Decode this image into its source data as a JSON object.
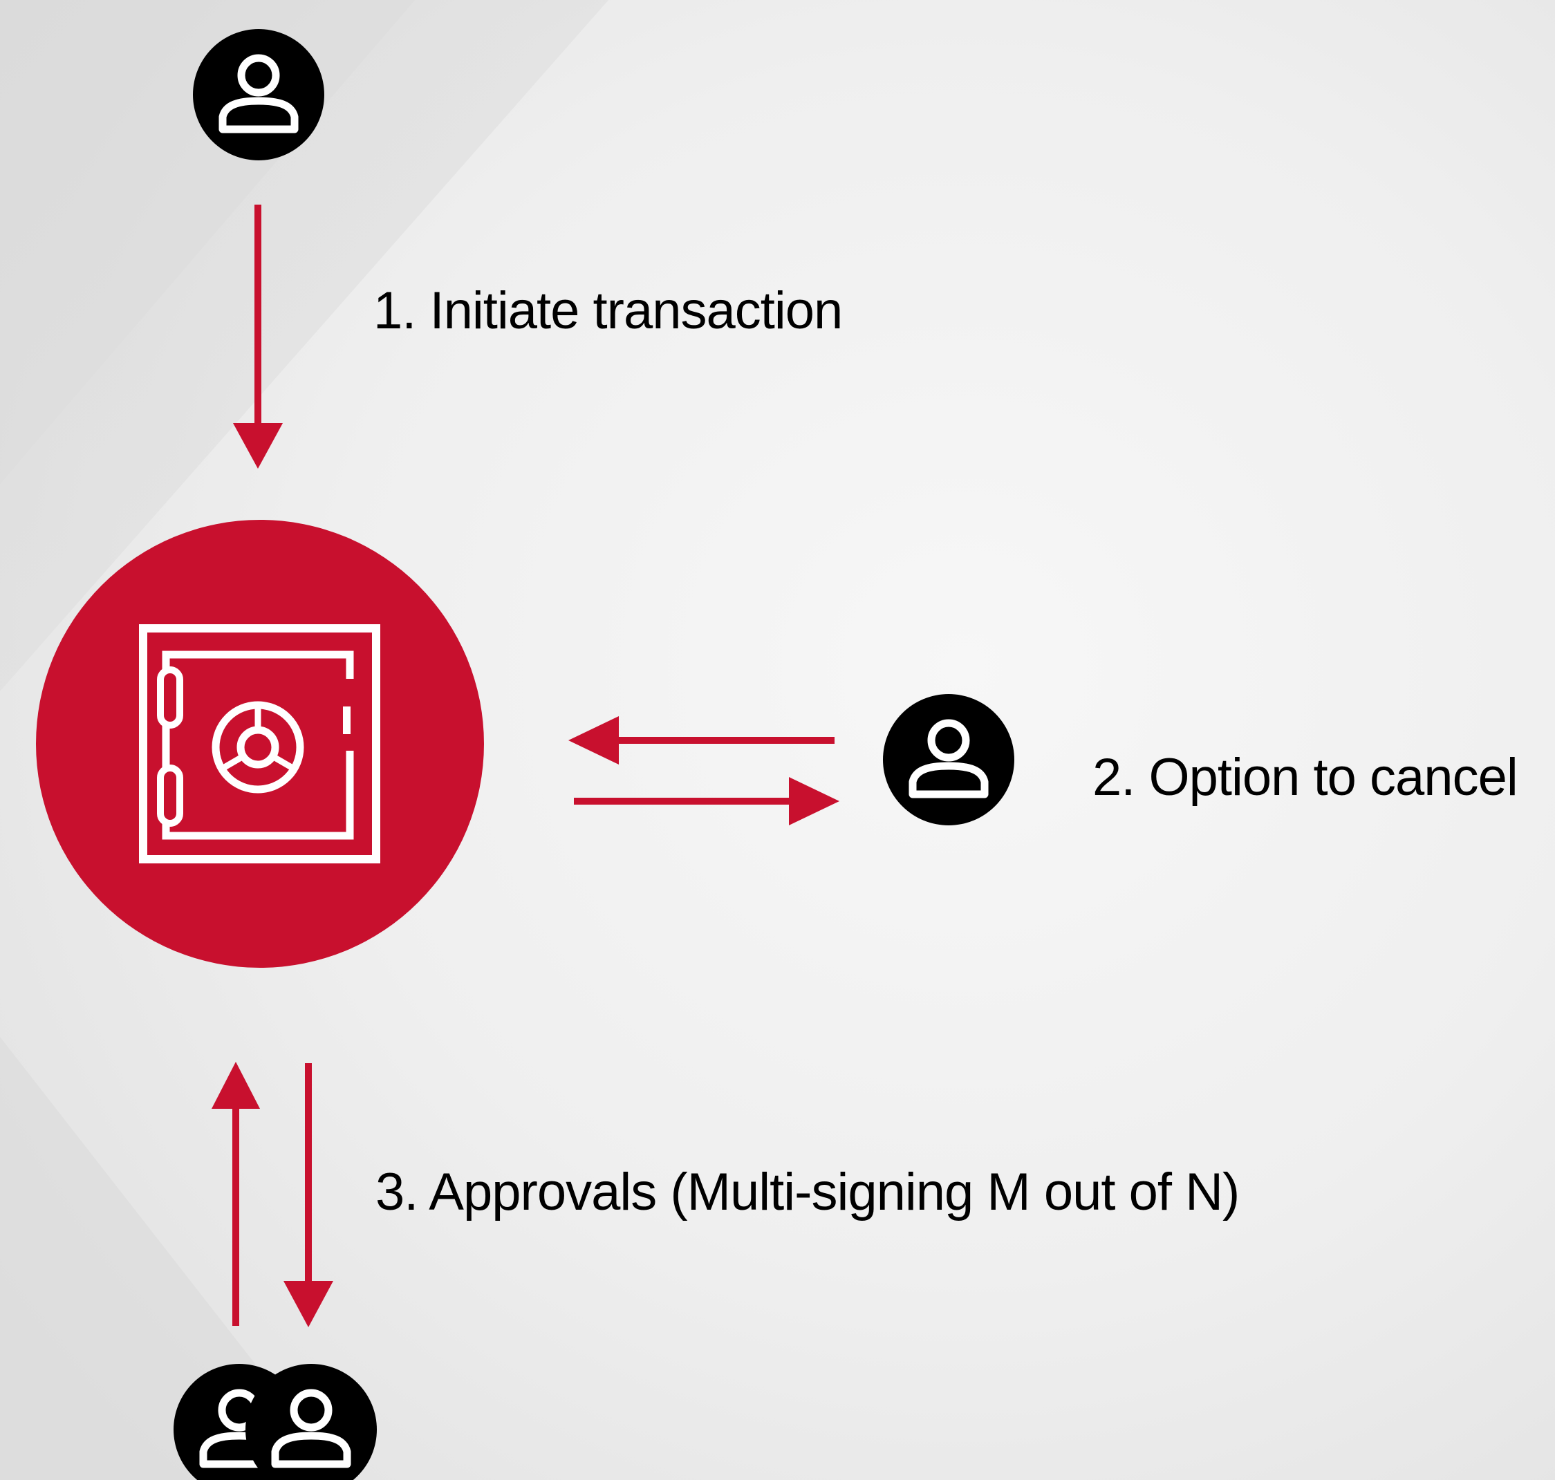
{
  "steps": {
    "initiate": "1. Initiate transaction",
    "cancel": "2. Option to cancel",
    "approvals": "3. Approvals (Multi-signing M out of N)"
  },
  "icons": {
    "initiator": "user-icon",
    "canceller": "user-icon",
    "approvers": "user-group-icon",
    "vault": "safe-icon"
  },
  "colors": {
    "accent": "#C8102E",
    "icon_dark": "#000000",
    "icon_light": "#FFFFFF",
    "background": "#ECECEC"
  }
}
